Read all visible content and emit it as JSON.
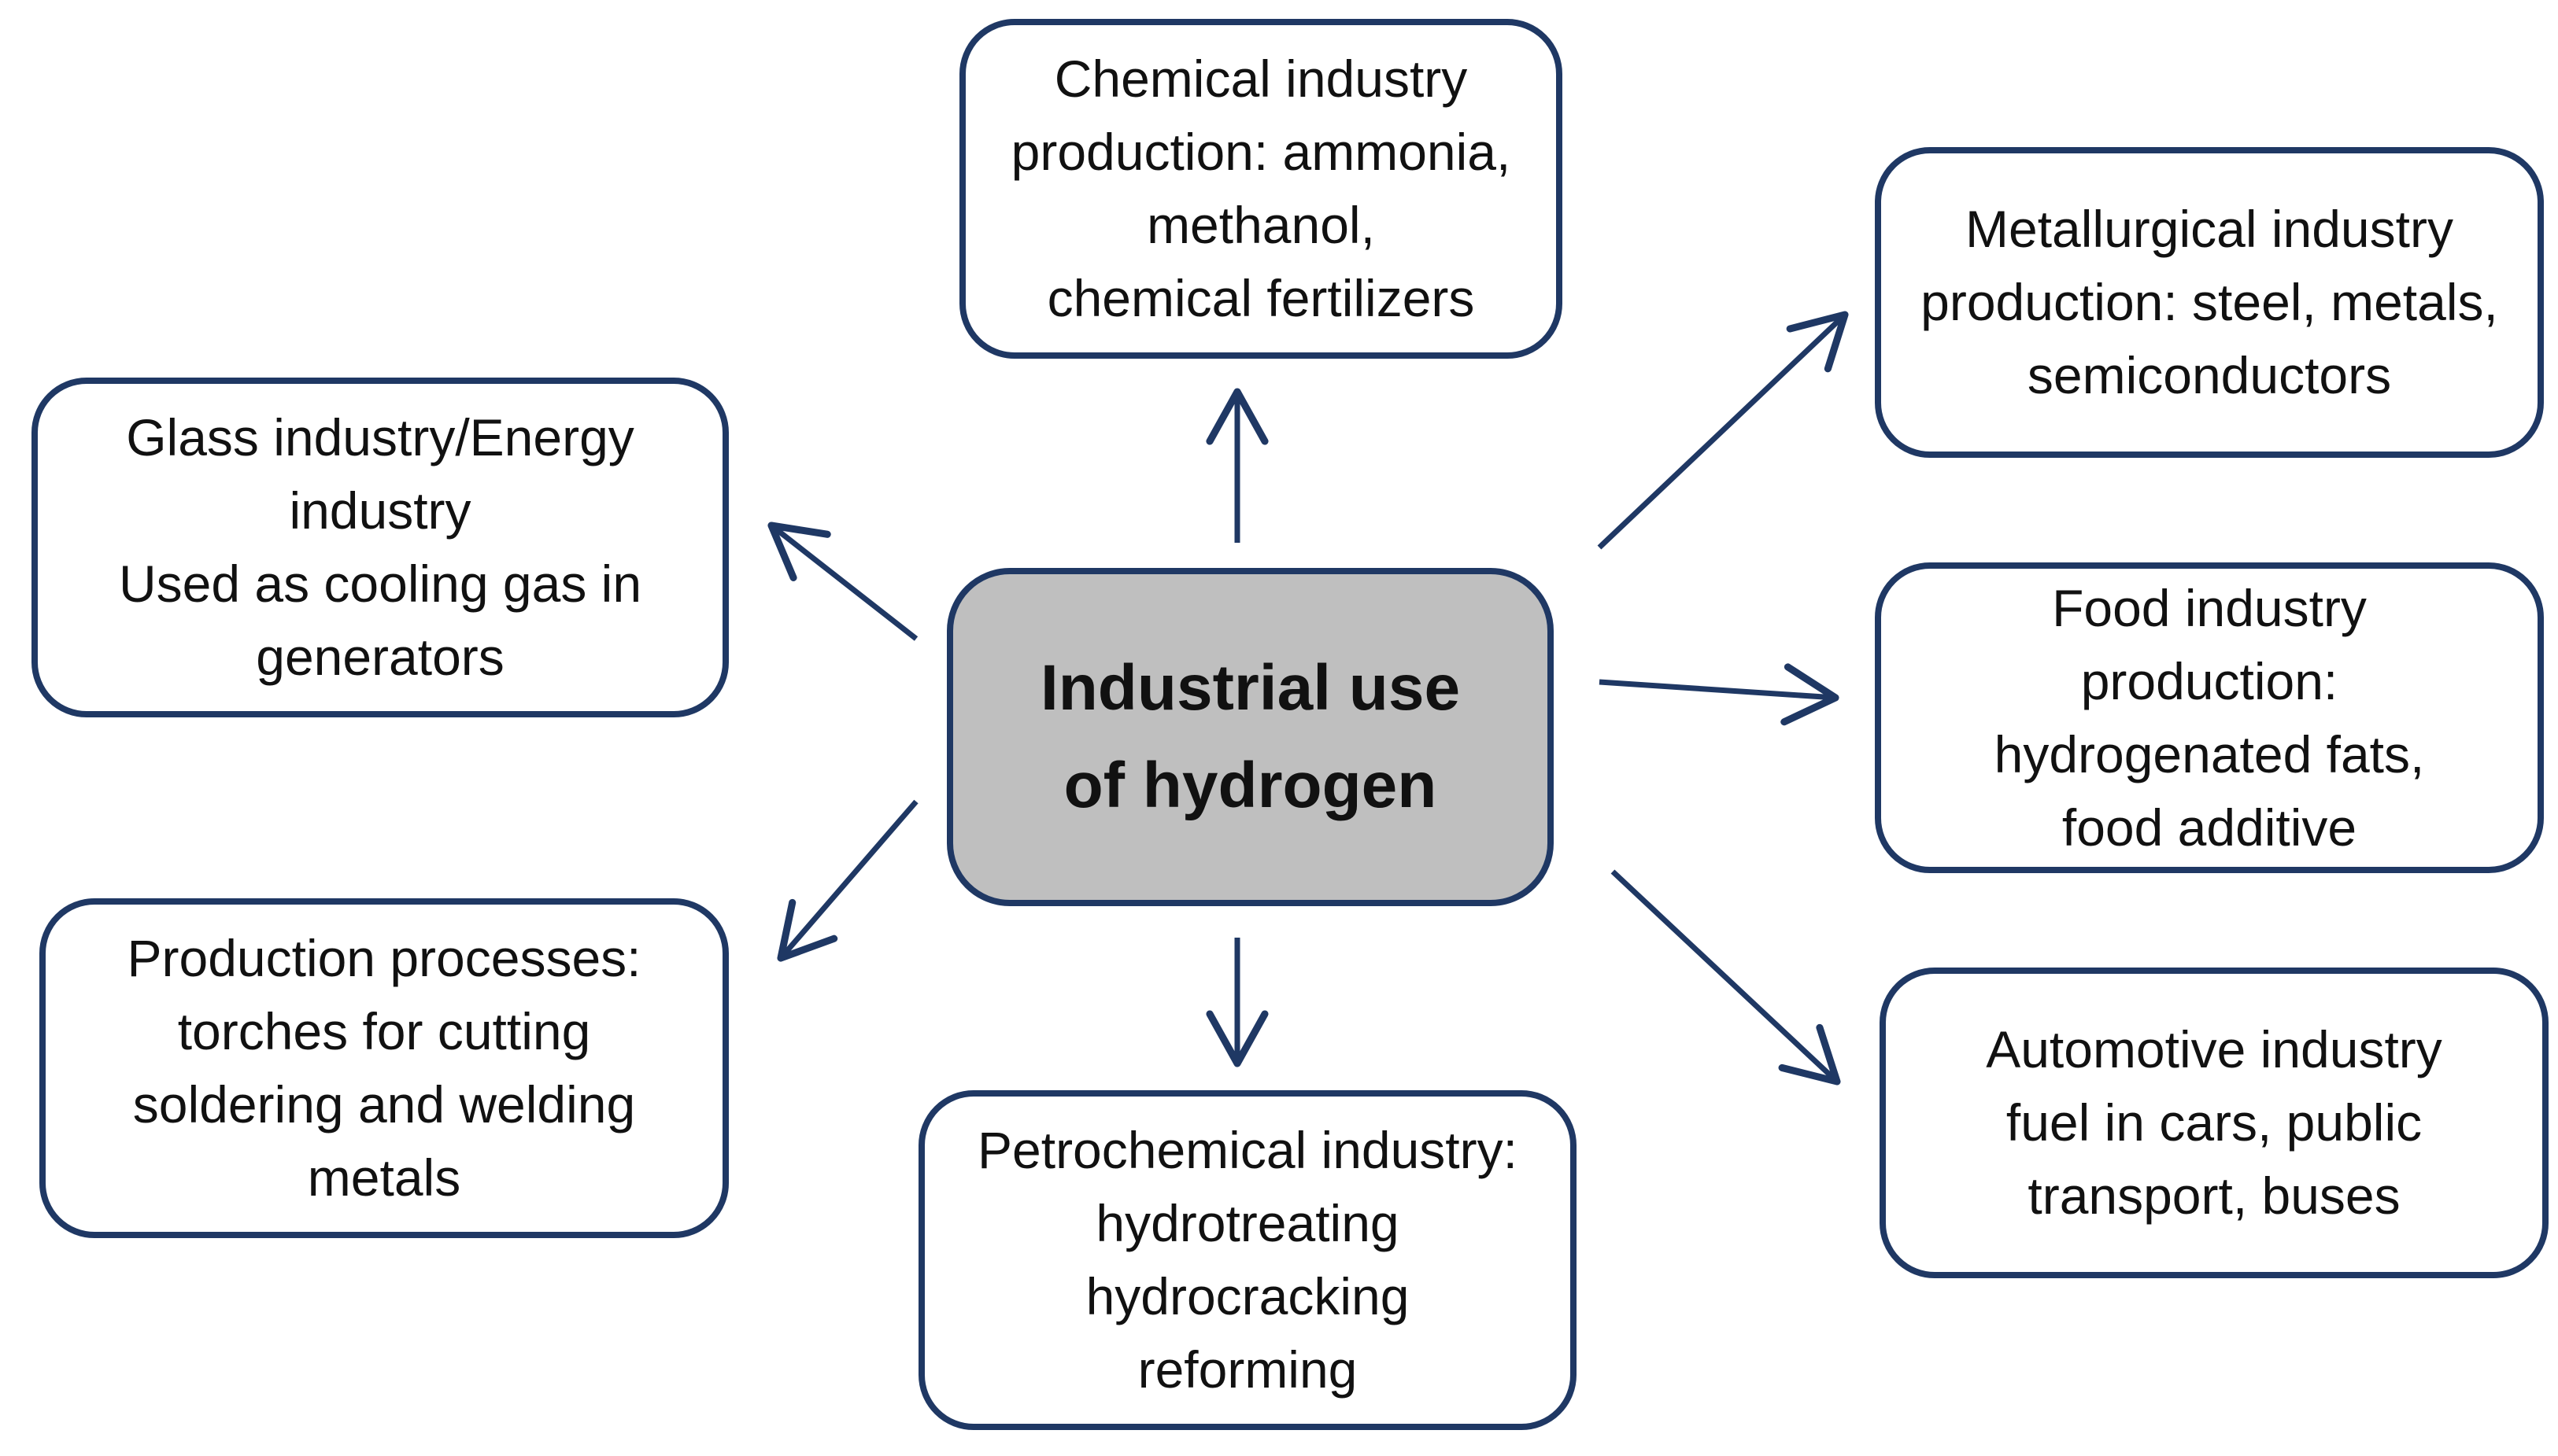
{
  "diagram": {
    "center": {
      "lines": [
        "Industrial use",
        "of hydrogen"
      ]
    },
    "nodes": {
      "chemical": {
        "lines": [
          "Chemical industry",
          "production: ammonia,",
          "methanol,",
          "chemical fertilizers"
        ]
      },
      "metallurgy": {
        "lines": [
          "Metallurgical industry",
          "production: steel, metals,",
          "semiconductors"
        ]
      },
      "glass": {
        "lines": [
          "Glass industry/Energy",
          "industry",
          "Used as cooling gas in",
          "generators"
        ]
      },
      "food": {
        "lines": [
          "Food industry",
          "production:",
          "hydrogenated fats,",
          "food additive"
        ]
      },
      "production": {
        "lines": [
          "Production processes:",
          "torches for cutting",
          "soldering and welding",
          "metals"
        ]
      },
      "automotive": {
        "lines": [
          "Automotive industry",
          "fuel in cars, public",
          "transport, buses"
        ]
      },
      "petro": {
        "lines": [
          "Petrochemical industry:",
          "hydrotreating",
          "hydrocracking",
          "reforming"
        ]
      }
    },
    "colors": {
      "border": "#1f3864",
      "arrow": "#1f3864",
      "center_fill": "#bfbfbf",
      "box_fill": "#ffffff",
      "text": "#111111"
    }
  }
}
